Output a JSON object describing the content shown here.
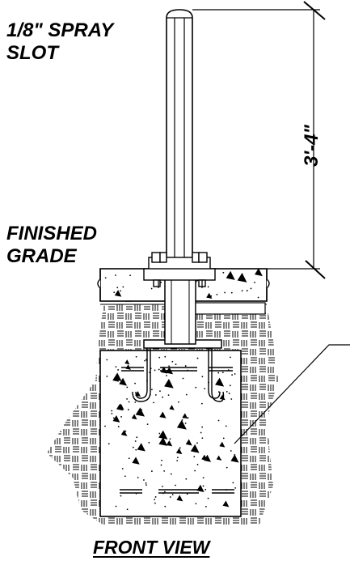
{
  "labels": {
    "spray_slot": "1/8\" SPRAY\nSLOT",
    "finished_grade": "FINISHED\nGRADE",
    "dimension": "3'-4\"",
    "view_title": "FRONT VIEW"
  },
  "colors": {
    "ink": "#000000",
    "paper": "#ffffff"
  }
}
